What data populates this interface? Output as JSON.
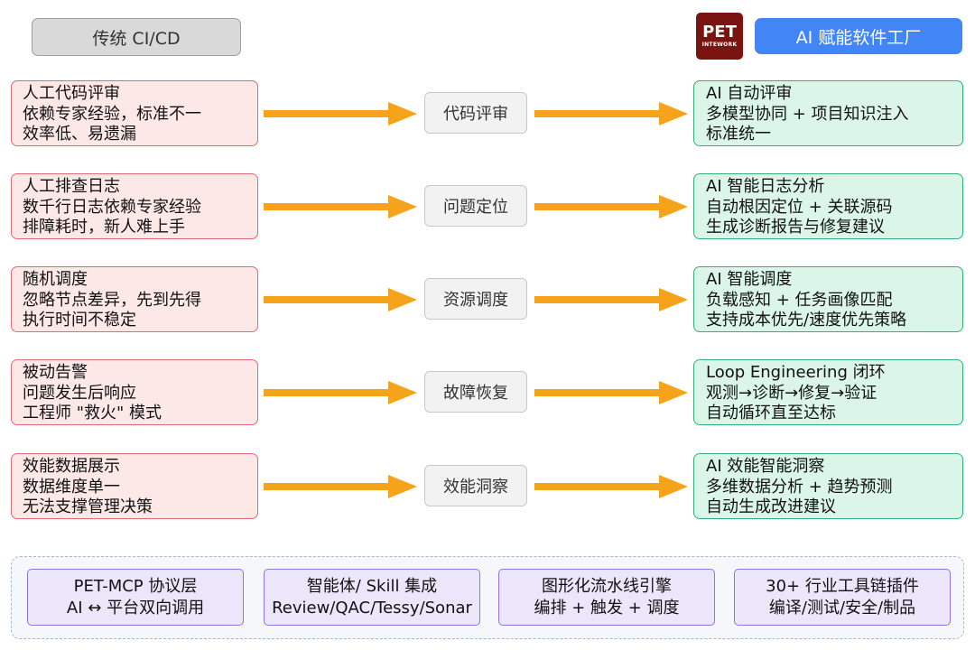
{
  "header": {
    "left_label": "传统 CI/CD",
    "right_label": "AI 赋能软件工厂",
    "logo": {
      "text_main": "PET",
      "text_sub": "INTEWORK"
    }
  },
  "colors": {
    "left_fill": "#fde8e8",
    "left_border": "#e06b73",
    "right_fill": "#dbf6e9",
    "right_border": "#35b07a",
    "arrow": "#f5a31a",
    "header_blue": "#4285f4",
    "capability_fill": "#ece6fb",
    "capability_border": "#8e74de"
  },
  "rows": [
    {
      "traditional": [
        "人工代码评审",
        "依赖专家经验，标准不一",
        "效率低、易遗漏"
      ],
      "stage": "代码评审",
      "ai": [
        "AI 自动评审",
        "多模型协同 + 项目知识注入",
        "标准统一"
      ]
    },
    {
      "traditional": [
        "人工排查日志",
        "数千行日志依赖专家经验",
        "排障耗时，新人难上手"
      ],
      "stage": "问题定位",
      "ai": [
        "AI 智能日志分析",
        "自动根因定位 + 关联源码",
        "生成诊断报告与修复建议"
      ]
    },
    {
      "traditional": [
        "随机调度",
        "忽略节点差异，先到先得",
        "执行时间不稳定"
      ],
      "stage": "资源调度",
      "ai": [
        "AI 智能调度",
        "负载感知 + 任务画像匹配",
        "支持成本优先/速度优先策略"
      ]
    },
    {
      "traditional": [
        "被动告警",
        "问题发生后响应",
        "工程师 \"救火\" 模式"
      ],
      "stage": "故障恢复",
      "ai": [
        "Loop Engineering 闭环",
        "观测→诊断→修复→验证",
        "自动循环直至达标"
      ]
    },
    {
      "traditional": [
        "效能数据展示",
        "数据维度单一",
        "无法支撑管理决策"
      ],
      "stage": "效能洞察",
      "ai": [
        "AI 效能智能洞察",
        "多维数据分析 + 趋势预测",
        "自动生成改进建议"
      ]
    }
  ],
  "capabilities": [
    [
      "PET-MCP 协议层",
      "AI ↔ 平台双向调用"
    ],
    [
      "智能体/ Skill 集成",
      "Review/QAC/Tessy/Sonar"
    ],
    [
      "图形化流水线引擎",
      "编排 + 触发 + 调度"
    ],
    [
      "30+ 行业工具链插件",
      "编译/测试/安全/制品"
    ]
  ]
}
